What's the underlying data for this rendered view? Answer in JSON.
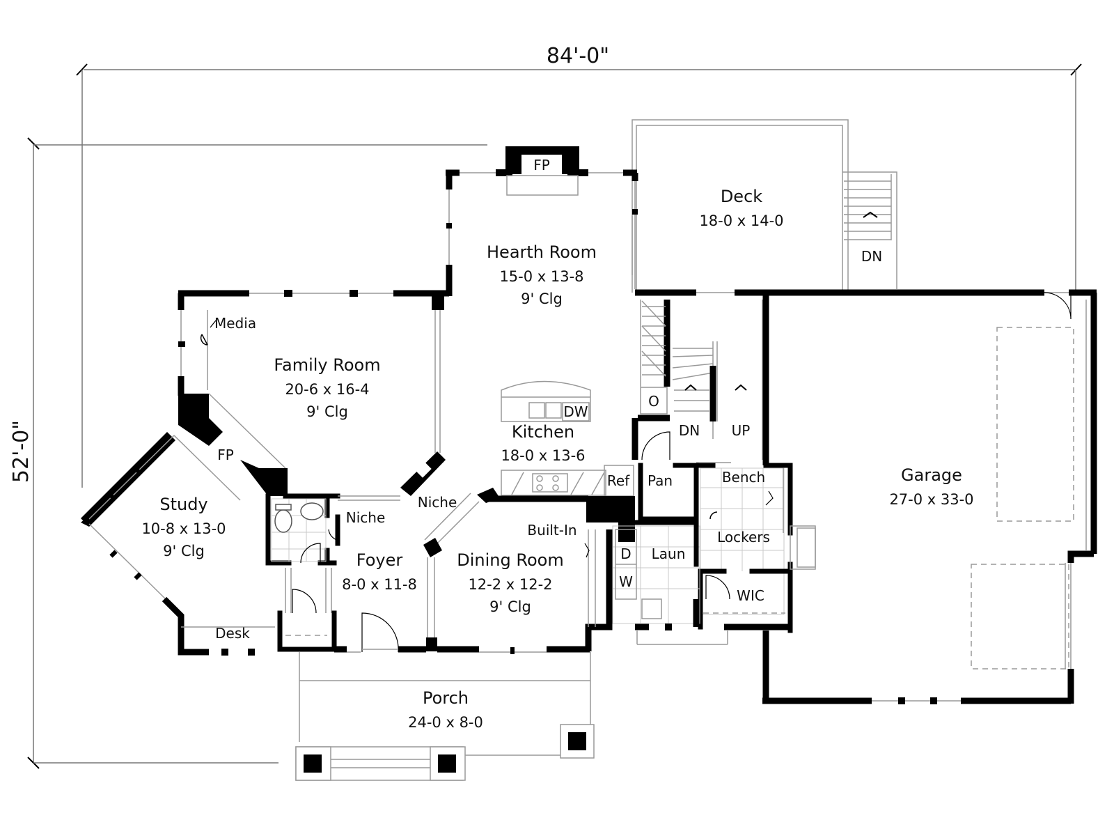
{
  "dimensions": {
    "width": "84'-0\"",
    "depth": "52'-0\""
  },
  "rooms": {
    "deck": {
      "name": "Deck",
      "size": "18-0 x 14-0"
    },
    "hearth": {
      "name": "Hearth Room",
      "size": "15-0 x 13-8",
      "ceiling": "9' Clg"
    },
    "family": {
      "name": "Family Room",
      "size": "20-6 x 16-4",
      "ceiling": "9' Clg"
    },
    "kitchen": {
      "name": "Kitchen",
      "size": "18-0 x 13-6"
    },
    "study": {
      "name": "Study",
      "size": "10-8 x 13-0",
      "ceiling": "9' Clg"
    },
    "foyer": {
      "name": "Foyer",
      "size": "8-0 x 11-8"
    },
    "dining": {
      "name": "Dining Room",
      "size": "12-2 x 12-2",
      "ceiling": "9' Clg"
    },
    "garage": {
      "name": "Garage",
      "size": "27-0 x 33-0"
    },
    "porch": {
      "name": "Porch",
      "size": "24-0 x 8-0"
    }
  },
  "labels": {
    "fp_hearth": "FP",
    "fp_family": "FP",
    "media": "Media",
    "dw": "DW",
    "ref": "Ref",
    "pan": "Pan",
    "niche1": "Niche",
    "niche2": "Niche",
    "builtin": "Built-In",
    "dn_deck": "DN",
    "dn_stair": "DN",
    "up_stair": "UP",
    "o": "O",
    "bench": "Bench",
    "lockers": "Lockers",
    "laun": "Laun",
    "d": "D",
    "w": "W",
    "wic": "WIC",
    "desk": "Desk"
  }
}
